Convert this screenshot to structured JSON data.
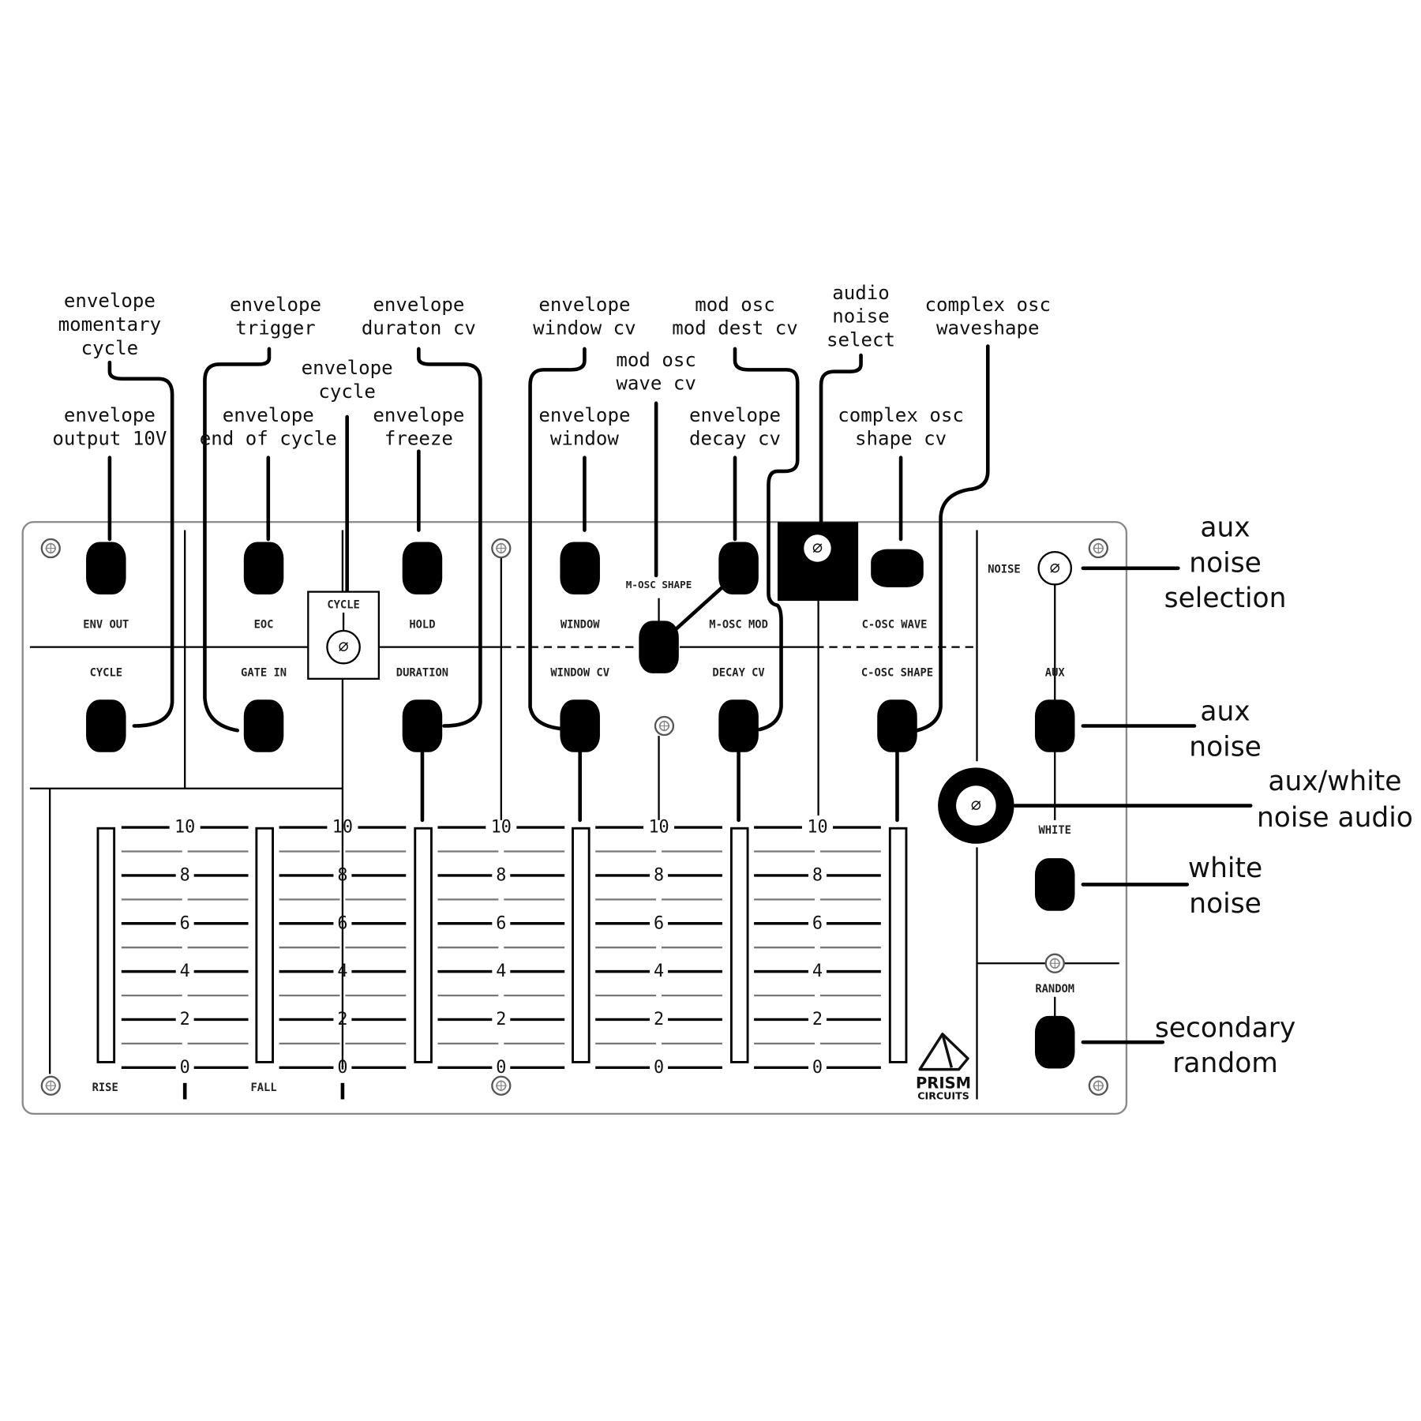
{
  "callouts": {
    "envelope_momentary_cycle": [
      "envelope",
      "momentary",
      "cycle"
    ],
    "envelope_trigger": [
      "envelope",
      "trigger"
    ],
    "envelope_duration_cv": [
      "envelope",
      "duraton cv"
    ],
    "envelope_window_cv": [
      "envelope",
      "window cv"
    ],
    "mod_osc_mod_dest_cv": [
      "mod osc",
      "mod dest cv"
    ],
    "audio_noise_select": [
      "audio",
      "noise",
      "select"
    ],
    "complex_osc_waveshape": [
      "complex osc",
      "waveshape"
    ],
    "envelope_cycle": [
      "envelope",
      "cycle"
    ],
    "mod_osc_wave_cv": [
      "mod osc",
      "wave cv"
    ],
    "envelope_output": [
      "envelope",
      "output 10V"
    ],
    "envelope_end_of_cycle": [
      "envelope",
      "end of cycle"
    ],
    "envelope_freeze": [
      "envelope",
      "freeze"
    ],
    "envelope_window": [
      "envelope",
      "window"
    ],
    "envelope_decay_cv": [
      "envelope",
      "decay cv"
    ],
    "complex_osc_shape_cv": [
      "complex osc",
      "shape cv"
    ],
    "aux_noise_selection": [
      "aux",
      "noise",
      "selection"
    ],
    "aux_noise": [
      "aux",
      "noise"
    ],
    "aux_white_noise_audio": [
      "aux/white",
      "noise audio"
    ],
    "white_noise": [
      "white",
      "noise"
    ],
    "secondary_random": [
      "secondary",
      "random"
    ]
  },
  "panel": {
    "env_out": "ENV OUT",
    "eoc": "EOC",
    "cycle_box": "CYCLE",
    "hold": "HOLD",
    "window": "WINDOW",
    "m_osc_shape": "M-OSC SHAPE",
    "m_osc_mod": "M-OSC MOD",
    "c_osc_wave": "C-OSC WAVE",
    "cycle": "CYCLE",
    "gate_in": "GATE IN",
    "duration": "DURATION",
    "window_cv": "WINDOW CV",
    "decay_cv": "DECAY CV",
    "c_osc_shape": "C-OSC SHAPE",
    "noise": "NOISE",
    "aux": "AUX",
    "white": "WHITE",
    "random": "RANDOM",
    "rise": "RISE",
    "fall": "FALL"
  },
  "slider_scale": [
    "10",
    "8",
    "6",
    "4",
    "2",
    "0"
  ],
  "logo": {
    "name": "PRISM",
    "sub": "CIRCUITS"
  },
  "knob_symbol": "∅"
}
